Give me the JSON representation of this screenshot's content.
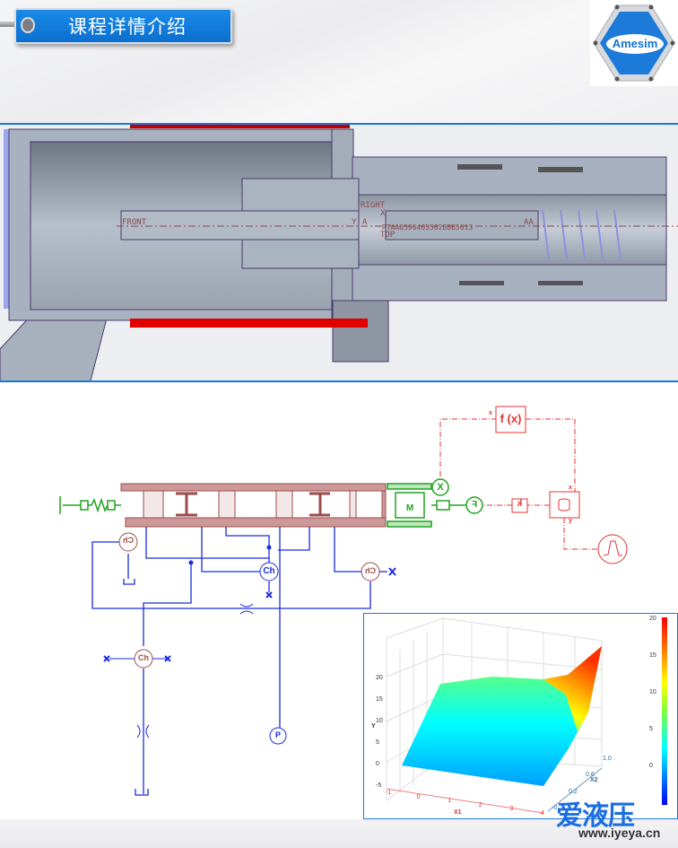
{
  "header": {
    "title": "课程详情介绍",
    "logo_text": "Amesim"
  },
  "cad": {
    "labels": {
      "front": "FRONT",
      "right": "RIGHT",
      "top": "TOP",
      "aa": "AA",
      "y": "Y",
      "a": "A",
      "x": "X",
      "overlap": "RTAA0596405582B8B5613"
    }
  },
  "schematic": {
    "chamber_label": "Ch",
    "mass_label": "M",
    "force_label": "F",
    "gain_label": "k",
    "function_label": "f (x)",
    "function_port": "x",
    "table_port_x": "x",
    "table_port_y": "y",
    "pressure_label": "P",
    "sensor_label": "X",
    "colors": {
      "mechanical": "#9e4a4a",
      "hydraulic": "#1a2de0",
      "signal": "#e83030",
      "green": "#1fa31f"
    }
  },
  "chart_data": {
    "type": "surface3d",
    "title": "",
    "xlabel": "X1",
    "x2label": "X2",
    "ylabel": "Y",
    "x1_ticks": [
      "-1",
      "0",
      "1",
      "2",
      "3",
      "4"
    ],
    "x2_ticks": [
      "-0.",
      "0.2",
      "0.6",
      "1.0"
    ],
    "y_ticks": [
      "20",
      "15",
      "10",
      "5",
      "0",
      "-5"
    ],
    "colorbar_ticks": [
      "20",
      "15",
      "10",
      "5",
      "0"
    ],
    "x1_range": [
      -1,
      4
    ],
    "x2_range": [
      0,
      1
    ],
    "y_range": [
      -5,
      20
    ],
    "surface_samples": [
      {
        "x1": -1,
        "x2": 0,
        "y": 0
      },
      {
        "x1": 4,
        "x2": 0,
        "y": 0
      },
      {
        "x1": -1,
        "x2": 1,
        "y": 12
      },
      {
        "x1": 1,
        "x2": 1,
        "y": 13
      },
      {
        "x1": 3,
        "x2": 1,
        "y": 13
      },
      {
        "x1": 4,
        "x2": 1,
        "y": 20
      }
    ],
    "colormap": [
      "#0000ff",
      "#00a0ff",
      "#00ffff",
      "#80ff40",
      "#ffff00",
      "#ff8000",
      "#ff0000"
    ]
  },
  "watermark": {
    "brand": "爱液压",
    "url": "www.iyeya.cn"
  }
}
